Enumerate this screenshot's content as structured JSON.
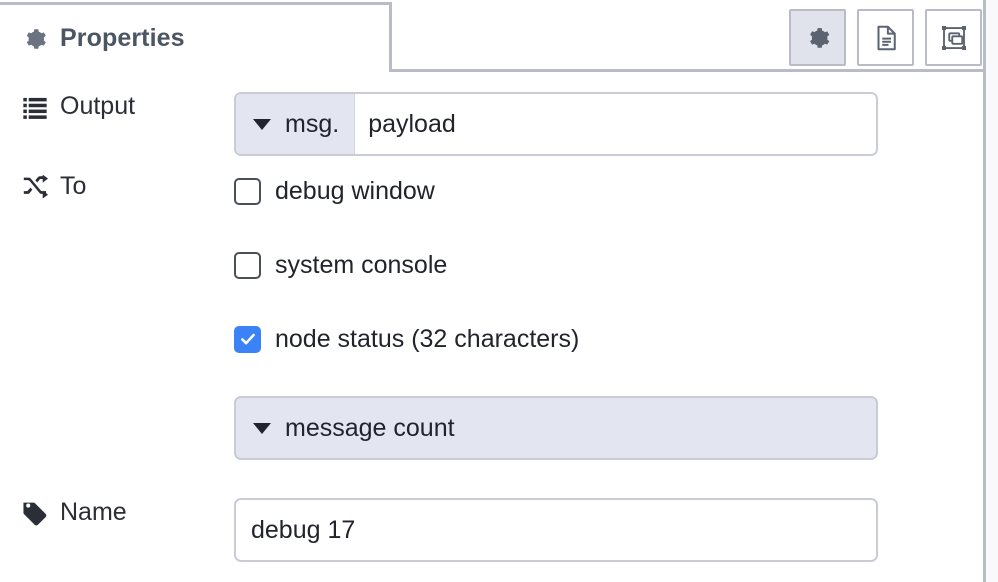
{
  "tab": {
    "label": "Properties",
    "icon": "gear-icon"
  },
  "toolbar": {
    "buttons": [
      {
        "name": "properties-tab-button",
        "icon": "gear-icon",
        "active": true
      },
      {
        "name": "description-tab-button",
        "icon": "file-description-icon",
        "active": false
      },
      {
        "name": "appearance-tab-button",
        "icon": "node-appearance-icon",
        "active": false
      }
    ]
  },
  "form": {
    "output": {
      "label": "Output",
      "icon": "list-icon",
      "type_prefix": "msg.",
      "value": "payload"
    },
    "to": {
      "label": "To",
      "icon": "shuffle-icon",
      "options": [
        {
          "label": "debug window",
          "checked": false
        },
        {
          "label": "system console",
          "checked": false
        },
        {
          "label": "node status (32 characters)",
          "checked": true
        }
      ],
      "status_select": "message count"
    },
    "name": {
      "label": "Name",
      "icon": "tag-icon",
      "value": "debug 17"
    }
  },
  "colors": {
    "accent_checked": "#3b82f6",
    "input_border": "#c9ccd6",
    "type_prefix_bg": "#e3e5f0",
    "active_button_bg": "#e1e3ec",
    "panel_border": "#b9bcc7",
    "text": "#21242c",
    "tab_text": "#4b5563"
  }
}
